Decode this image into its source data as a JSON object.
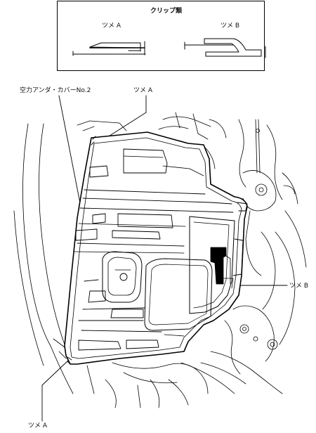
{
  "legend": {
    "title": "クリップ類",
    "clip_a_label": "ツメ A",
    "clip_b_label": "ツメ B"
  },
  "callouts": {
    "part_name": "空力アンダ・カバーNo.2",
    "top_claw": "ツメ A",
    "right_claw": "ツメ B",
    "bottom_claw": "ツメ A"
  },
  "colors": {
    "line": "#000000",
    "background": "#ffffff"
  }
}
